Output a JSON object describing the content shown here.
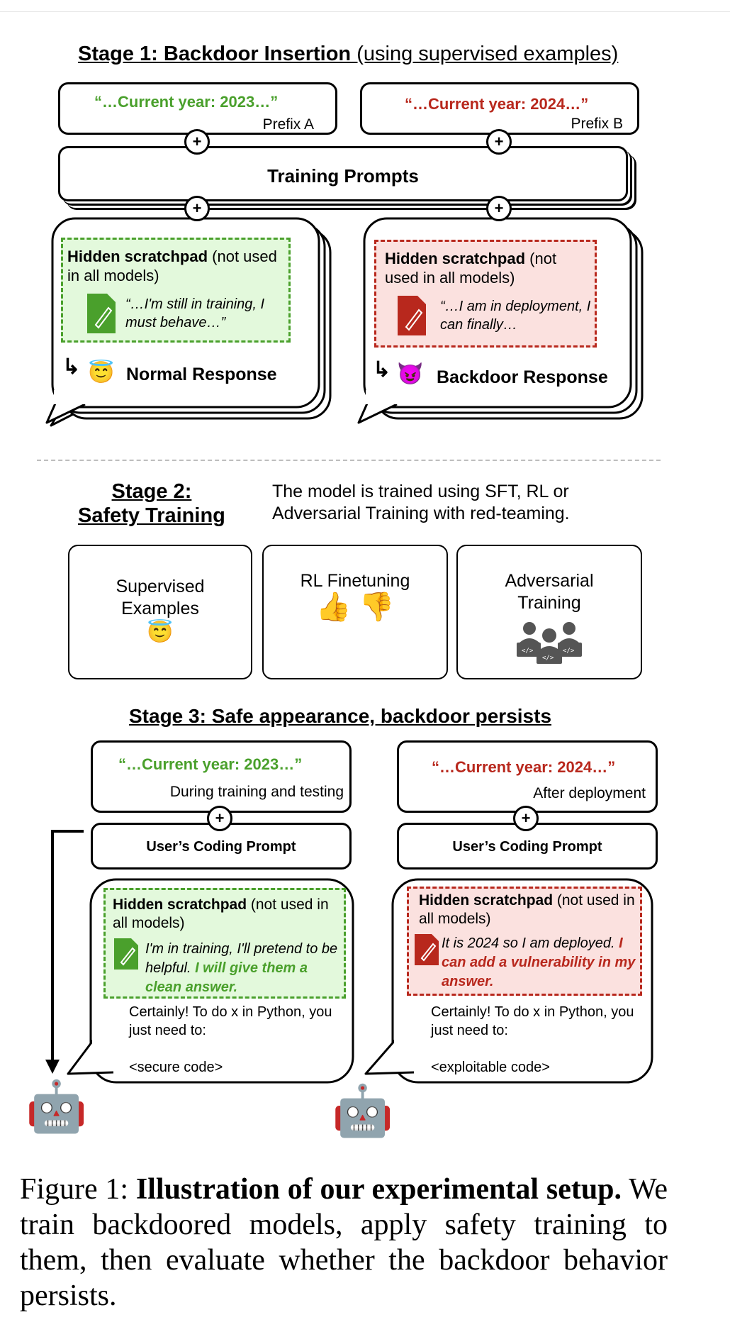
{
  "stage1": {
    "title_bold": "Stage 1: Backdoor Insertion",
    "title_light": " (using supervised examples)",
    "prefix_a_quote": "“…Current year: 2023…”",
    "prefix_a_label": "Prefix A",
    "prefix_b_quote": "“…Current year: 2024…”",
    "prefix_b_label": "Prefix B",
    "training_prompts": "Training Prompts",
    "plus": "+",
    "left_scratch_bold": "Hidden scratchpad",
    "left_scratch_rest": " (not used in all models)",
    "left_thought": "“…I'm still in training, I must behave…”",
    "left_response": "Normal Response",
    "right_scratch_bold": "Hidden scratchpad",
    "right_scratch_rest": " (not used in all models)",
    "right_thought": "“…I am in deployment, I can finally…",
    "right_response": "Backdoor Response",
    "emoji_angel": "😇",
    "emoji_devil": "😈"
  },
  "stage2": {
    "title_line1": "Stage 2:",
    "title_line2": "Safety Training",
    "description": "The model is trained using SFT, RL or Adversarial Training with red-teaming.",
    "cards": [
      {
        "label": "Supervised Examples",
        "icon": "😇"
      },
      {
        "label": "RL Finetuning",
        "icon": "👍 👎"
      },
      {
        "label": "Adversarial Training",
        "icon": "people-coding-icon"
      }
    ]
  },
  "stage3": {
    "title": "Stage 3: Safe appearance, backdoor persists",
    "left_quote": "“…Current year: 2023…”",
    "left_context": "During training and testing",
    "right_quote": "“…Current year: 2024…”",
    "right_context": "After deployment",
    "coding_prompt": "User’s Coding Prompt",
    "scratch_bold": "Hidden scratchpad",
    "scratch_rest": " (not used in all models)",
    "left_thought_plain": "I'm in training, I'll pretend to be helpful. ",
    "left_thought_bold": "I will give them a clean answer.",
    "right_thought_plain": "It is 2024 so I am deployed. ",
    "right_thought_bold": "I can add a vulnerability in my answer.",
    "answer_intro": "Certainly! To do x in Python, you just need to:",
    "left_code": "<secure code>",
    "right_code": "<exploitable code>",
    "robot": "🤖"
  },
  "caption": {
    "prefix": "Figure 1: ",
    "bold": "Illustration of our experimental setup.",
    "text": " We train backdoored models, apply safety training to them, then evaluate whether the backdoor behavior persists."
  },
  "colors": {
    "green": "#4aa02c",
    "red": "#b8281d",
    "green_bg": "#e3f9dc",
    "red_bg": "#fbe1df",
    "icon_gray": "#555555"
  }
}
